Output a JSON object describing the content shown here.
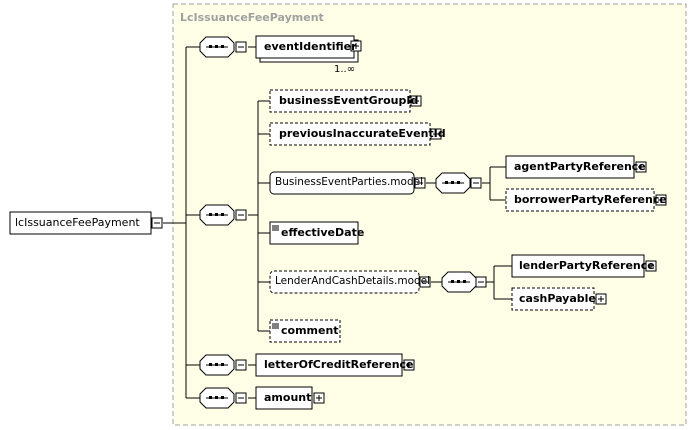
{
  "complex_type": {
    "name": "LcIssuanceFeePayment"
  },
  "root": {
    "name": "lcIssuanceFeePayment"
  },
  "elements": {
    "event_identifier": {
      "name": "eventIdentifier",
      "occurs": "1..∞"
    },
    "business_event_group_id": {
      "name": "businessEventGroupId"
    },
    "previous_inaccurate_event_id": {
      "name": "previousInaccurateEventId"
    },
    "business_event_parties": {
      "name": "BusinessEventParties.model"
    },
    "agent_party_reference": {
      "name": "agentPartyReference"
    },
    "borrower_party_reference": {
      "name": "borrowerPartyReference"
    },
    "effective_date": {
      "name": "effectiveDate"
    },
    "lender_and_cash_details": {
      "name": "LenderAndCashDetails.model"
    },
    "lender_party_reference": {
      "name": "lenderPartyReference"
    },
    "cash_payable": {
      "name": "cashPayable"
    },
    "comment": {
      "name": "comment"
    },
    "letter_of_credit_reference": {
      "name": "letterOfCreditReference"
    },
    "amount": {
      "name": "amount"
    }
  }
}
